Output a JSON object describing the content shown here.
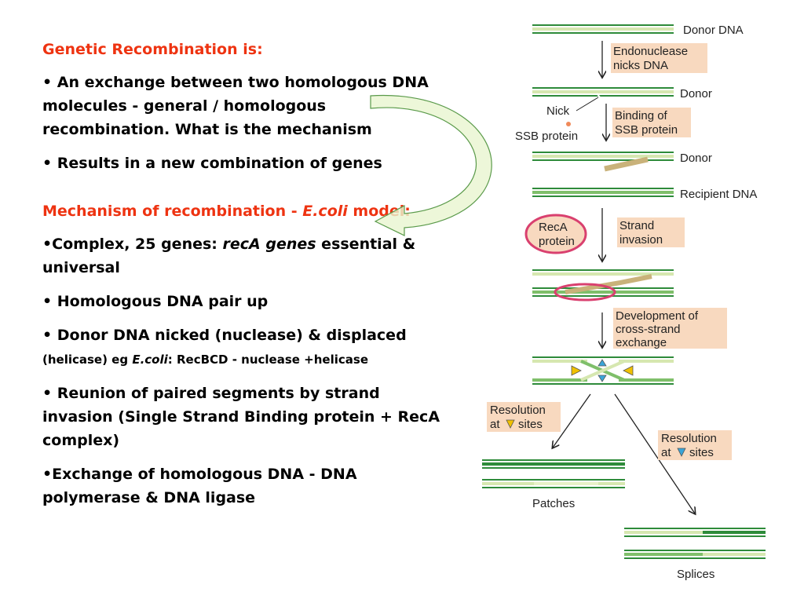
{
  "left": {
    "heading1": "Genetic Recombination is:",
    "b1": "• An exchange between two homologous DNA molecules - general / homologous recombination. What is the mechanism",
    "b2": "• Results in a new combination of genes",
    "heading2_pre": "Mechanism of recombination - ",
    "heading2_italic": "E.coli",
    "heading2_post": " model:",
    "b3_pre": "•Complex, 25 genes: ",
    "b3_italic": "recA genes",
    "b3_post": " essential & universal",
    "b4": "• Homologous DNA pair up",
    "b5_main": "• Donor DNA nicked (nuclease) & displaced",
    "b5_small_pre": "(helicase) eg ",
    "b5_small_italic": "E.coli",
    "b5_small_post": ": RecBCD - nuclease +helicase",
    "b6": "• Reunion of paired segments by strand invasion (Single Strand Binding protein + RecA complex)",
    "b7": "•Exchange of homologous DNA - DNA polymerase & DNA ligase"
  },
  "diagram": {
    "donor_dna": "Donor DNA",
    "endonuclease_l1": "Endonuclease",
    "endonuclease_l2": "nicks DNA",
    "donor": "Donor",
    "nick": "Nick",
    "ssb_protein": "SSB protein",
    "binding_l1": "Binding of",
    "binding_l2": "SSB protein",
    "recipient_dna": "Recipient DNA",
    "reca_l1": "RecA",
    "reca_l2": "protein",
    "strand_l1": "Strand",
    "strand_l2": "invasion",
    "dev_l1": "Development of",
    "dev_l2": "cross-strand",
    "dev_l3": "exchange",
    "res1_l1": "Resolution",
    "res1_l2a": "at",
    "res1_l2b": "sites",
    "res2_l1": "Resolution",
    "res2_l2a": "at",
    "res2_l2b": "sites",
    "patches": "Patches",
    "splices": "Splices"
  },
  "colors": {
    "heading": "#ee3311",
    "dark_green": "#2e8b3a",
    "light_green": "#d6e7b0",
    "label_box": "#f8d9bf",
    "reca": "#d9406f"
  }
}
